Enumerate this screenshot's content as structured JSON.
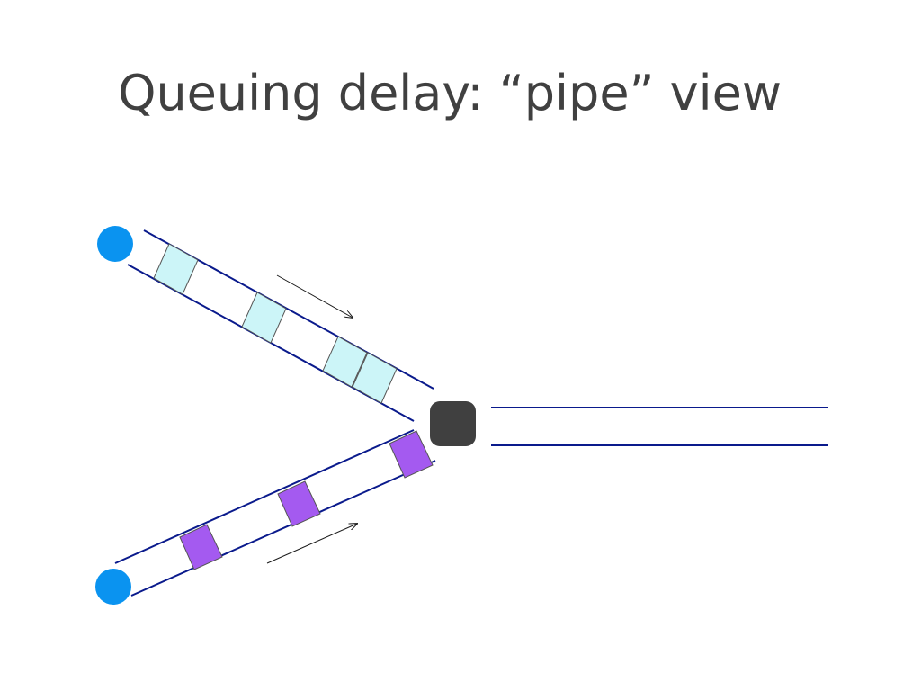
{
  "slide": {
    "title": "Queuing delay: “pipe” view"
  },
  "diagram": {
    "colors": {
      "pipe_line": "#0a1a8c",
      "source_node": "#0a93f0",
      "router_node": "#404040",
      "upper_packet_fill": "#ccf5f8",
      "lower_packet_fill": "#a45af0",
      "packet_stroke": "#555555",
      "flow_arrow": "#1a1a1a"
    },
    "nodes": [
      {
        "name": "source-node-top",
        "shape": "circle"
      },
      {
        "name": "source-node-bottom",
        "shape": "circle"
      },
      {
        "name": "router-node",
        "shape": "rounded-square"
      }
    ],
    "links": [
      {
        "name": "upper-input-pipe",
        "packets": 4,
        "packet_fill": "upper_packet_fill"
      },
      {
        "name": "lower-input-pipe",
        "packets": 3,
        "packet_fill": "lower_packet_fill"
      },
      {
        "name": "output-pipe",
        "packets": 0
      }
    ],
    "flow_arrows": [
      {
        "name": "upper-flow-arrow",
        "direction": "toward router"
      },
      {
        "name": "lower-flow-arrow",
        "direction": "toward router"
      }
    ]
  }
}
